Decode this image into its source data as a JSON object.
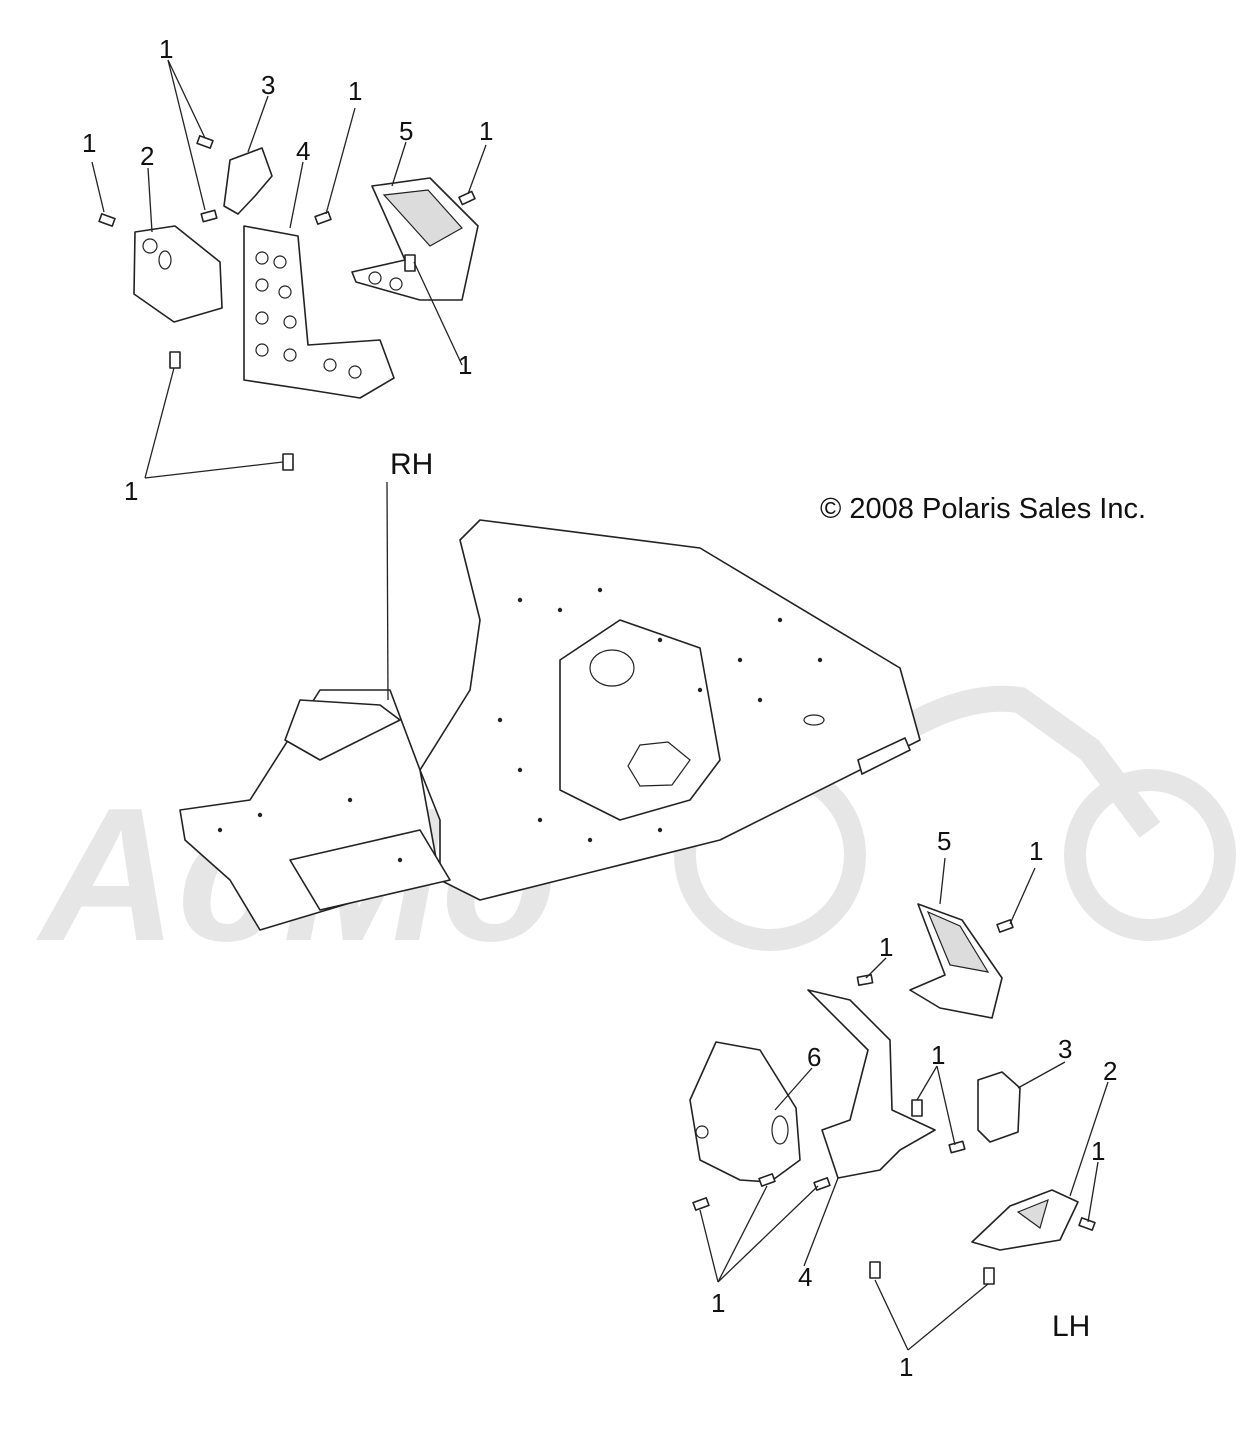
{
  "labels": {
    "rh": "RH",
    "lh": "LH",
    "copyright": "© 2008 Polaris Sales Inc."
  },
  "callouts": {
    "rh": [
      "1",
      "1",
      "2",
      "3",
      "4",
      "1",
      "5",
      "1",
      "1",
      "1"
    ],
    "lh": [
      "5",
      "1",
      "1",
      "1",
      "3",
      "2",
      "1",
      "6",
      "4",
      "1",
      "1"
    ]
  },
  "watermark": {
    "text": "AcMo"
  }
}
